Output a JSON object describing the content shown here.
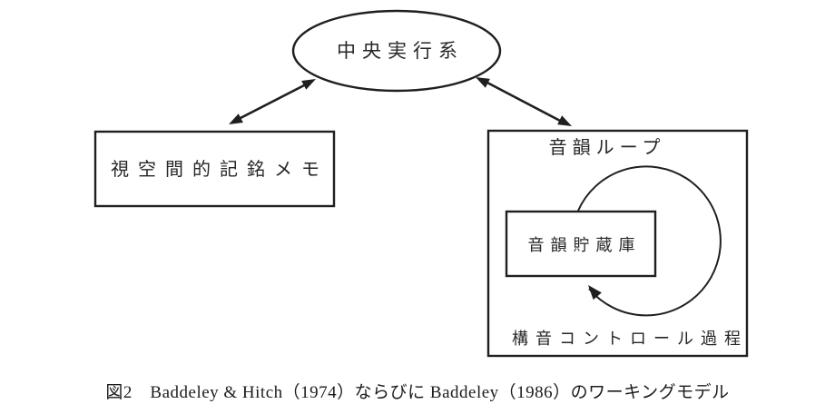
{
  "figure": {
    "caption": "図2　Baddeley & Hitch（1974）ならびに Baddeley（1986）のワーキングモデル",
    "nodes": {
      "central_executive": "中央実行系",
      "visuospatial_sketchpad": "視空間的記銘メモ",
      "phonological_loop": "音韻ループ",
      "phonological_store": "音韻貯蔵庫",
      "articulatory_control_process": "構音コントロール過程"
    },
    "connectors": {
      "left_arrow": "bidirectional",
      "right_arrow": "bidirectional",
      "loop_arrow": "circular-rehearsal-loop"
    },
    "colors": {
      "line": "#1f1f1f",
      "text": "#262626",
      "background": "#ffffff"
    }
  }
}
